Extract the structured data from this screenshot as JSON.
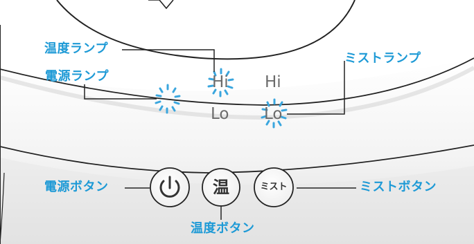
{
  "colors": {
    "callout_label": "#1e9ad6",
    "lamp_glow": "#3aa6de",
    "outline": "#222222",
    "indicator_text": "#6b6b6b",
    "base_shadow": "#e4e4e4"
  },
  "callouts": {
    "temp_lamp": "温度ランプ",
    "power_lamp": "電源ランプ",
    "mist_lamp": "ミストランプ",
    "power_button": "電源ボタン",
    "mist_button": "ミストボタン",
    "temp_button": "温度ボタン"
  },
  "indicators": {
    "temp_hi": "Hi",
    "temp_lo": "Lo",
    "mist_hi": "Hi",
    "mist_lo": "Lo"
  },
  "buttons": {
    "power_icon": "power-icon",
    "temp_label": "温",
    "mist_label": "ミスト"
  }
}
